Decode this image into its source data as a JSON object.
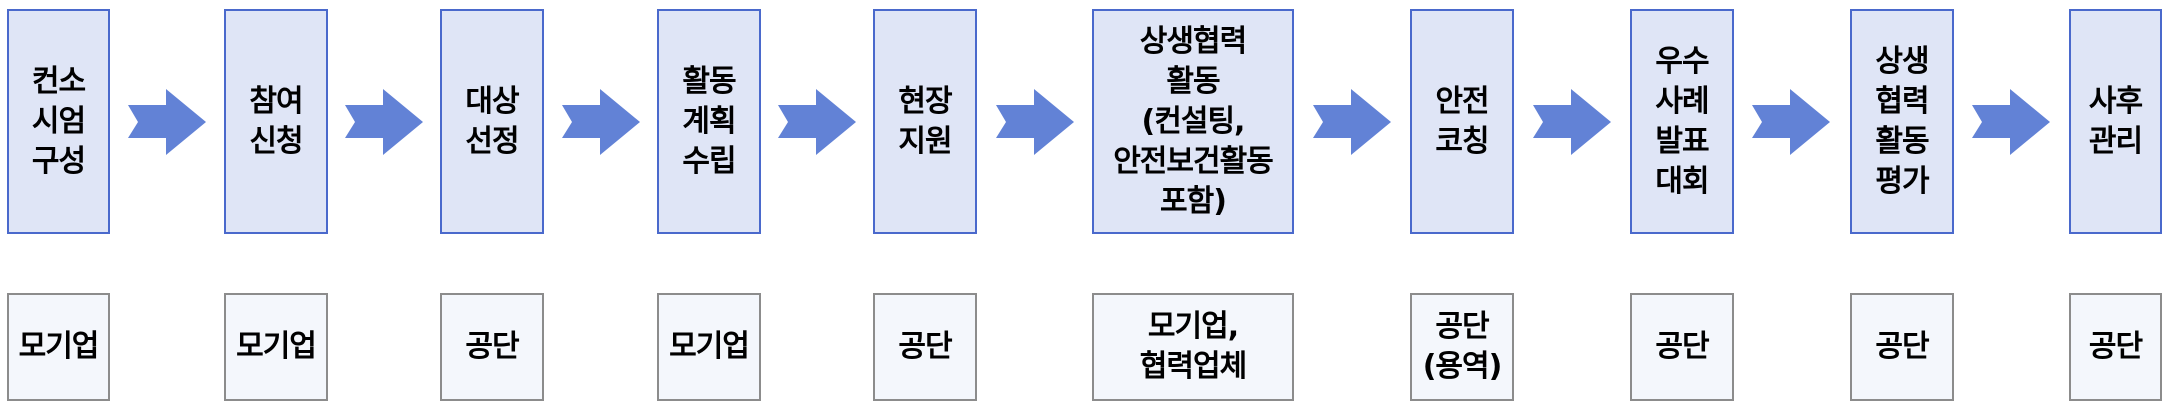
{
  "steps": [
    {
      "label": "컨소\n시엄\n구성",
      "actor": "모기업"
    },
    {
      "label": "참여\n신청",
      "actor": "모기업"
    },
    {
      "label": "대상\n선정",
      "actor": "공단"
    },
    {
      "label": "활동\n계획\n수립",
      "actor": "모기업"
    },
    {
      "label": "현장\n지원",
      "actor": "공단"
    },
    {
      "label": "상생협력\n활동\n(컨설팅,\n안전보건활동\n포함)",
      "actor": "모기업,\n협력업체"
    },
    {
      "label": "안전\n코칭",
      "actor": "공단\n(용역)"
    },
    {
      "label": "우수\n사례\n발표\n대회",
      "actor": "공단"
    },
    {
      "label": "상생\n협력\n활동\n평가",
      "actor": "공단"
    },
    {
      "label": "사후\n관리",
      "actor": "공단"
    }
  ],
  "colors": {
    "arrow": "#6282d6",
    "step_fill": "#dfe5f6",
    "step_border": "#4a69cc",
    "actor_fill": "#f4f7fc"
  }
}
